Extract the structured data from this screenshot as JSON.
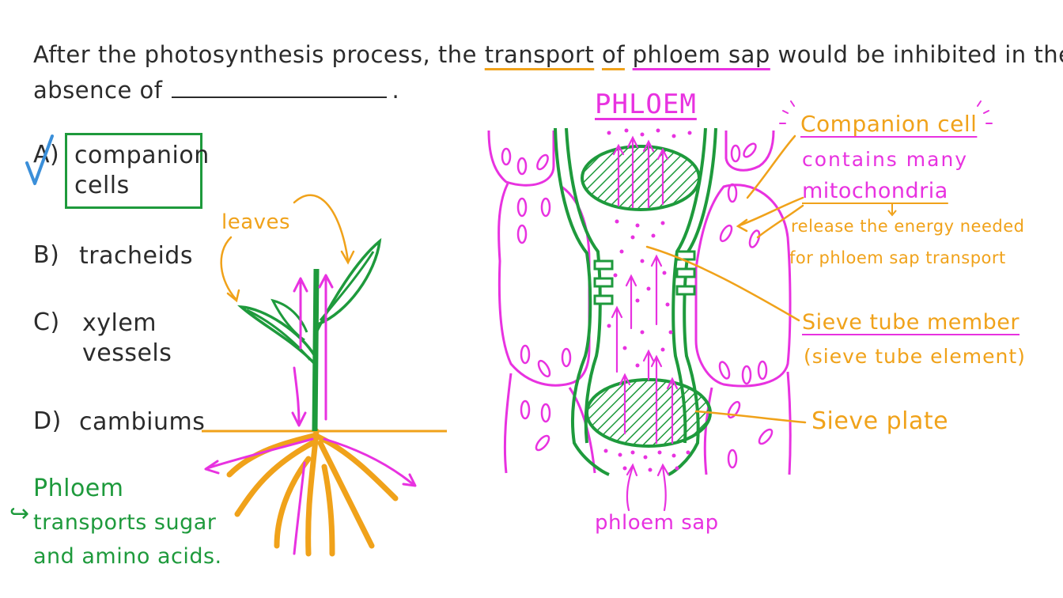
{
  "question": {
    "part1": "After the photosynthesis process, the ",
    "transport": "transport",
    "of": "of",
    "phloem_sap": "phloem sap",
    "part2": " would be inhibited in the",
    "line2": "absence of",
    "line2_end": "."
  },
  "options": [
    {
      "letter": "A)",
      "text_line1": "companion",
      "text_line2": "cells",
      "correct": true
    },
    {
      "letter": "B)",
      "text_line1": "tracheids",
      "text_line2": ""
    },
    {
      "letter": "C)",
      "text_line1": "xylem",
      "text_line2": "vessels"
    },
    {
      "letter": "D)",
      "text_line1": "cambiums",
      "text_line2": ""
    }
  ],
  "plant": {
    "leaves_label": "leaves"
  },
  "note": {
    "title": "Phloem",
    "line1": "transports sugar",
    "line2": "and amino acids."
  },
  "diagram": {
    "title": "PHLOEM",
    "companion_cell": "Companion cell",
    "contains_many": "contains many",
    "mitochondria": "mitochondria",
    "release_line1": "release the energy needed",
    "release_line2": "for phloem sap transport",
    "sieve_tube_member": "Sieve tube member",
    "sieve_tube_element": "(sieve tube element)",
    "sieve_plate": "Sieve plate",
    "phloem_sap": "phloem sap"
  },
  "colors": {
    "green": "#1e9a3c",
    "pink": "#e832e0",
    "orange": "#f0a21a",
    "ink": "#2b2b2b",
    "check": "#3b8fd9"
  }
}
